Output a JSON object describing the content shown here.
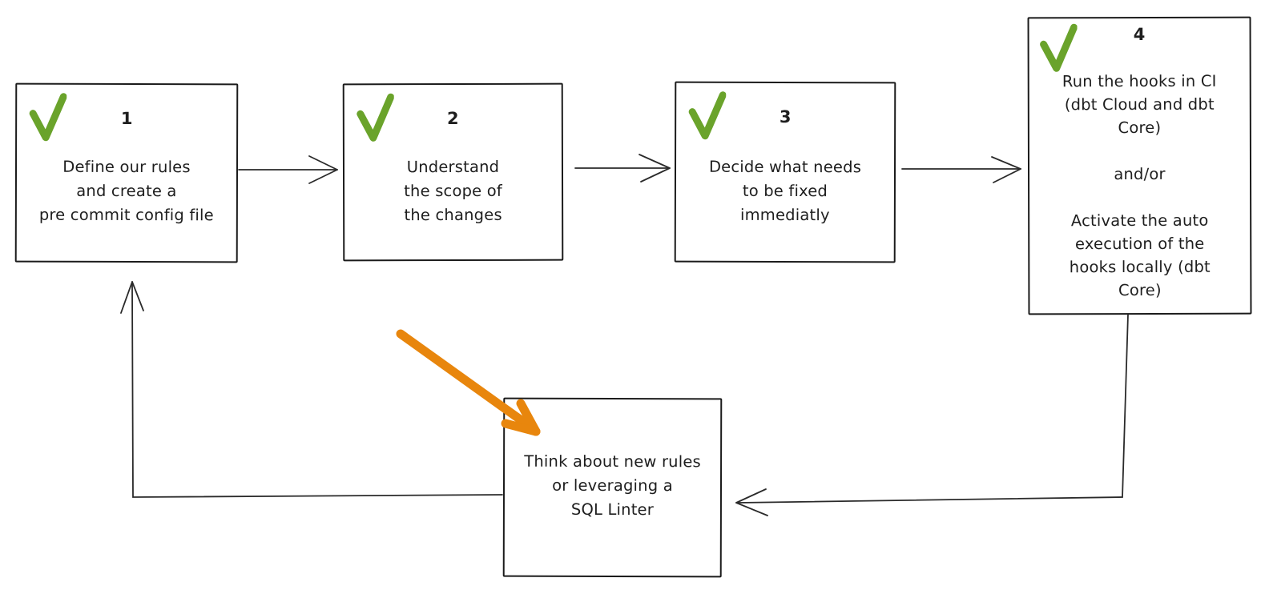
{
  "diagram": {
    "background": "#ffffff",
    "colors": {
      "ink": "#1e1e1e",
      "check_green": "#6aa32b",
      "highlight_orange": "#e8860d"
    },
    "steps": [
      {
        "number": "1",
        "status_icon": "green-checkmark",
        "text": "Define our rules\nand create a\npre commit config file"
      },
      {
        "number": "2",
        "status_icon": "green-checkmark",
        "text": "Understand\nthe scope of\nthe changes"
      },
      {
        "number": "3",
        "status_icon": "green-checkmark",
        "text": "Decide what needs\nto be fixed\nimmediatly"
      },
      {
        "number": "4",
        "status_icon": "green-checkmark",
        "text": "Run the hooks in CI\n(dbt Cloud and dbt\nCore)\n\nand/or\n\nActivate the auto\nexecution of the\nhooks locally (dbt\nCore)"
      }
    ],
    "loop_box": {
      "text": "Think about new rules\nor leveraging a\nSQL Linter"
    },
    "connectors": [
      "step1-to-step2",
      "step2-to-step3",
      "step3-to-step4",
      "step4-down-to-loop-box",
      "loop-box-back-to-step1",
      "orange-highlight-arrow-to-loop-box"
    ]
  }
}
